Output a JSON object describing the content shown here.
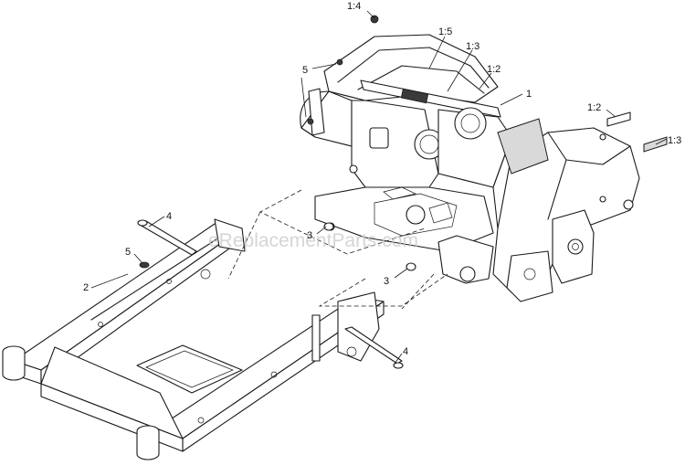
{
  "watermark": "eReplacementParts.com",
  "callouts": {
    "c1": "1",
    "c1_2a": "1:2",
    "c1_2b": "1:2",
    "c1_3a": "1:3",
    "c1_3b": "1:3",
    "c1_4": "1:4",
    "c1_5": "1:5",
    "c2": "2",
    "c3a": "3",
    "c3b": "3",
    "c4a": "4",
    "c4b": "4",
    "c5a": "5",
    "c5b": "5"
  }
}
